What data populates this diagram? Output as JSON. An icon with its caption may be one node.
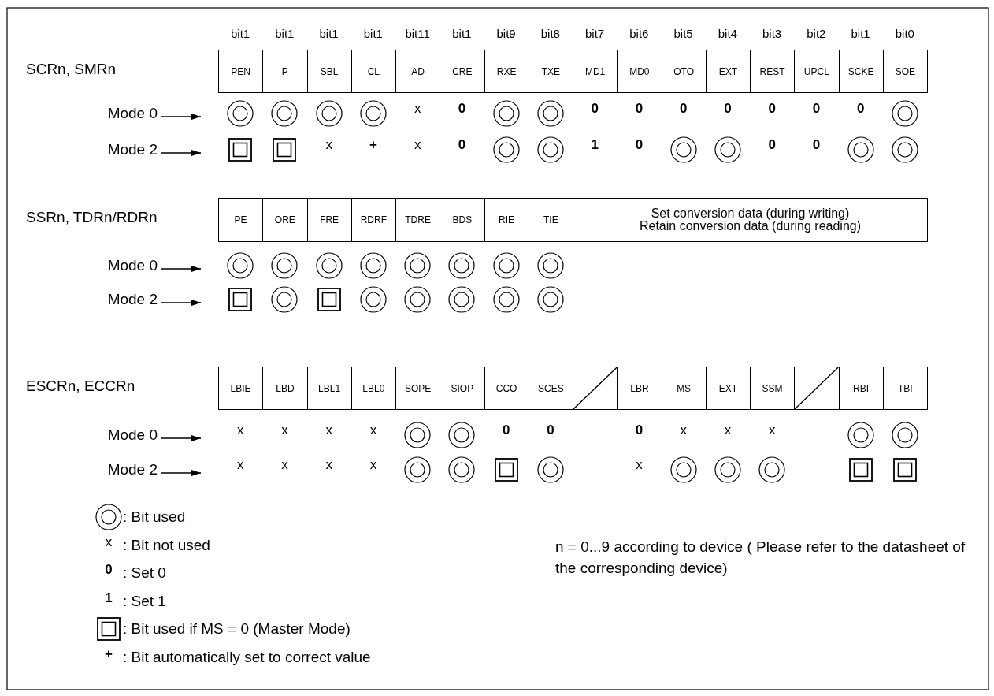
{
  "diagram": {
    "nodes": [
      {
        "text": [
          "PEN"
        ]
      },
      {
        "text": [
          "P"
        ]
      },
      {
        "text": [
          "SBL"
        ]
      },
      {
        "text": [
          "CL"
        ]
      },
      {
        "text": [
          "AD"
        ]
      },
      {
        "text": [
          "CRE"
        ]
      },
      {
        "text": [
          "RXE"
        ]
      },
      {
        "text": [
          "TXE"
        ]
      },
      {
        "text": [
          "MD1"
        ]
      },
      {
        "text": [
          "MD0"
        ]
      },
      {
        "text": [
          "OTO"
        ]
      },
      {
        "text": [
          "EXT"
        ]
      },
      {
        "text": [
          "REST"
        ]
      },
      {
        "text": [
          "UPCL"
        ]
      },
      {
        "text": [
          "SCKE"
        ]
      },
      {
        "text": [
          "SOE"
        ]
      },
      {
        "text": [
          "Mode 0"
        ]
      },
      {
        "text": [
          "Mode 2"
        ]
      },
      {
        "text": [
          "PE"
        ]
      },
      {
        "text": [
          "ORE"
        ]
      },
      {
        "text": [
          "FRE"
        ]
      },
      {
        "text": [
          "RDRF"
        ]
      },
      {
        "text": [
          "TDRE"
        ]
      },
      {
        "text": [
          "BDS"
        ]
      },
      {
        "text": [
          "RIE"
        ]
      },
      {
        "text": [
          "TIE"
        ]
      },
      {
        "text": [
          "Set conversion data (during writing)",
          "Retain conversion data (during reading)"
        ]
      },
      {
        "text": [
          "Mode 0"
        ]
      },
      {
        "text": [
          "Mode 2"
        ]
      },
      {
        "text": [
          "LBIE"
        ]
      },
      {
        "text": [
          "LBD"
        ]
      },
      {
        "text": [
          "LBL1"
        ]
      },
      {
        "text": [
          "LBL0"
        ]
      },
      {
        "text": [
          "SOPE"
        ]
      },
      {
        "text": [
          "SIOP"
        ]
      },
      {
        "text": [
          "CCO"
        ]
      },
      {
        "text": [
          "SCES"
        ]
      },
      {
        "text": [],
        "shape": "box"
      },
      {
        "text": [
          "LBR"
        ]
      },
      {
        "text": [
          "MS"
        ]
      },
      {
        "text": [
          "EXT"
        ]
      },
      {
        "text": [
          "SSM"
        ]
      },
      {
        "text": [],
        "shape": "box"
      },
      {
        "text": [
          "RBI"
        ]
      },
      {
        "text": [
          "TBI"
        ]
      },
      {
        "text": [
          "Mode 0"
        ]
      },
      {
        "text": [
          "Mode 2"
        ]
      }
    ],
    "edges": [
      {
        "from": 16,
        "to": null,
        "arrow": "to"
      },
      {
        "from": 17,
        "to": null,
        "arrow": "to"
      },
      {
        "from": 27,
        "to": null,
        "arrow": "to"
      },
      {
        "from": 28,
        "to": null,
        "arrow": "to"
      },
      {
        "from": 45,
        "to": null,
        "arrow": "to"
      },
      {
        "from": 46,
        "to": null,
        "arrow": "to"
      }
    ],
    "labels": [
      "bit1",
      "bit1",
      "bit1",
      "bit1",
      "bit11",
      "bit1",
      "bit9",
      "bit8",
      "bit7",
      "bit6",
      "bit5",
      "bit4",
      "bit3",
      "bit2",
      "bit1",
      "bit0",
      "SCRn, SMRn",
      "x",
      "0",
      "0",
      "0",
      "0",
      "0",
      "0",
      "0",
      "0",
      "x",
      "+",
      "x",
      "0",
      "1",
      "0",
      "0",
      "0",
      "SSRn, TDRn/RDRn",
      "ESCRn, ECCRn",
      "x",
      "x",
      "x",
      "x",
      "0",
      "0",
      "0",
      "x",
      "x",
      "x",
      "x",
      "x",
      "x",
      "x",
      "x",
      "x",
      "0",
      "1",
      "+",
      "n = 0...9 according to device ( Please refer to the datasheet of the corresponding device)"
    ],
    "legend": [
      {
        "text": ": Bit used"
      },
      {
        "text": ": Bit not used"
      },
      {
        "text": ": Set 0"
      },
      {
        "text": ": Set 1"
      },
      {
        "text": ": Bit used if MS = 0 (Master Mode)"
      },
      {
        "text": ": Bit automatically set to correct value"
      }
    ]
  }
}
